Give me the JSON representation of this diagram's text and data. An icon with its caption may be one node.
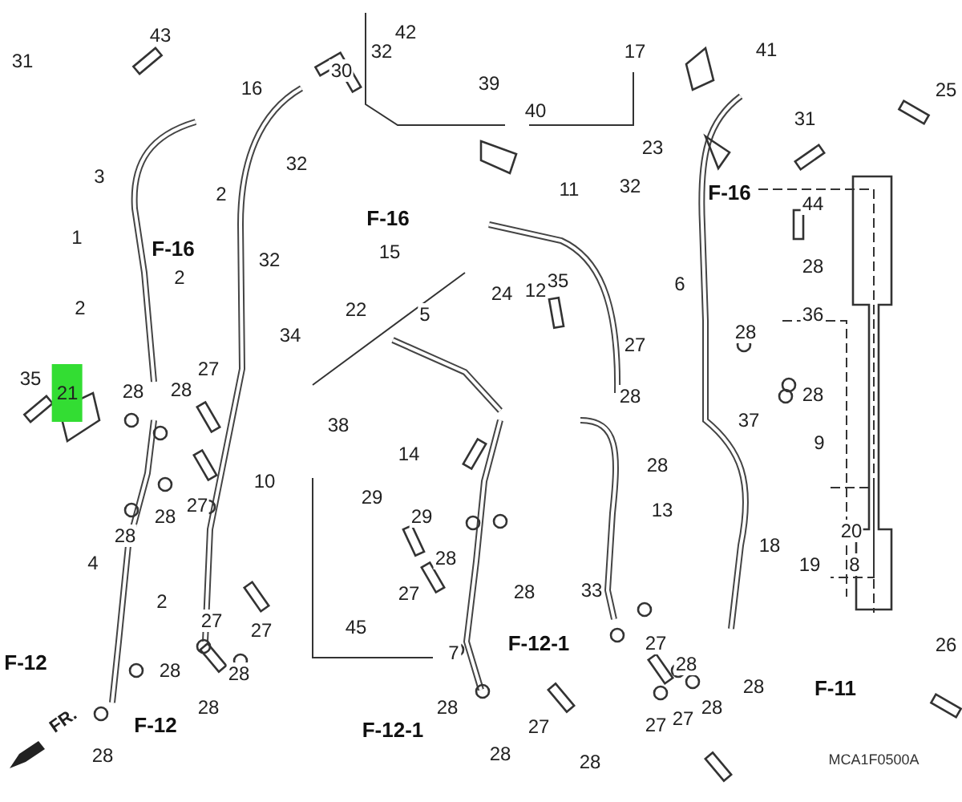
{
  "diagram": {
    "labels": [
      "31",
      "43",
      "30",
      "32",
      "42",
      "17",
      "41",
      "25",
      "16",
      "39",
      "40",
      "31",
      "3",
      "2",
      "32",
      "23",
      "32",
      "F-16",
      "F-16",
      "F-16",
      "44",
      "11",
      "1",
      "32",
      "15",
      "28",
      "6",
      "22",
      "2",
      "2",
      "36",
      "35",
      "24",
      "12",
      "34",
      "5",
      "27",
      "27",
      "28",
      "35",
      "21",
      "28",
      "28",
      "28",
      "28",
      "37",
      "9",
      "38",
      "10",
      "14",
      "29",
      "28",
      "13",
      "27",
      "28",
      "28",
      "29",
      "28",
      "28",
      "18",
      "19",
      "20",
      "8",
      "4",
      "27",
      "33",
      "45",
      "2",
      "27",
      "27",
      "28",
      "7",
      "F-12-1",
      "27",
      "28",
      "26",
      "28",
      "28",
      "27",
      "28",
      "F-12",
      "F-12",
      "F-12-1",
      "28",
      "27",
      "28",
      "28",
      "F-11",
      "27",
      "28",
      "28",
      "FR.",
      "MCA1F0500A"
    ]
  }
}
